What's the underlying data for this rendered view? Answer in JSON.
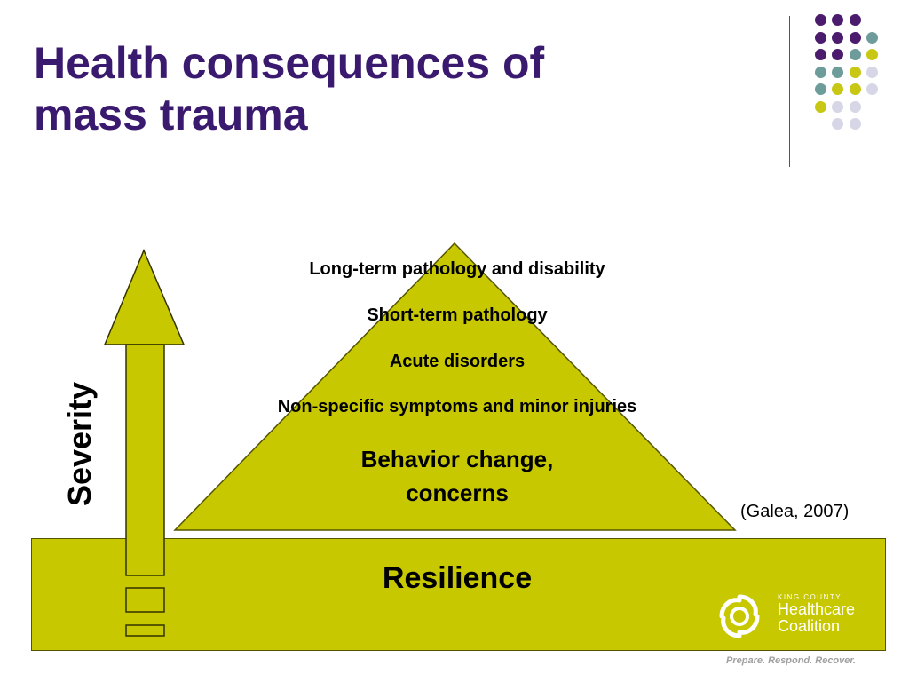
{
  "title": {
    "line1": "Health consequences of",
    "line2": "mass trauma"
  },
  "diagram": {
    "pyramid_levels": [
      "Long-term pathology and disability",
      "Short-term pathology",
      "Acute disorders",
      "Non-specific symptoms and minor injuries"
    ],
    "pyramid_base": {
      "line1": "Behavior change,",
      "line2": "concerns"
    },
    "foundation_label": "Resilience",
    "axis_label": "Severity",
    "citation": "(Galea, 2007)"
  },
  "logo": {
    "org_small": "KING COUNTY",
    "org_line1": "Healthcare",
    "org_line2": "Coalition",
    "tagline": "Prepare. Respond. Recover.",
    "icon": "coalition-swirl-icon"
  },
  "colors": {
    "title": "#3a1a6e",
    "olive": "#c8c800",
    "purple_dot": "#4b1c6e",
    "teal_dot": "#6d9c9a",
    "yellow_dot": "#c7c714",
    "lavender_dot": "#d6d6e6"
  }
}
